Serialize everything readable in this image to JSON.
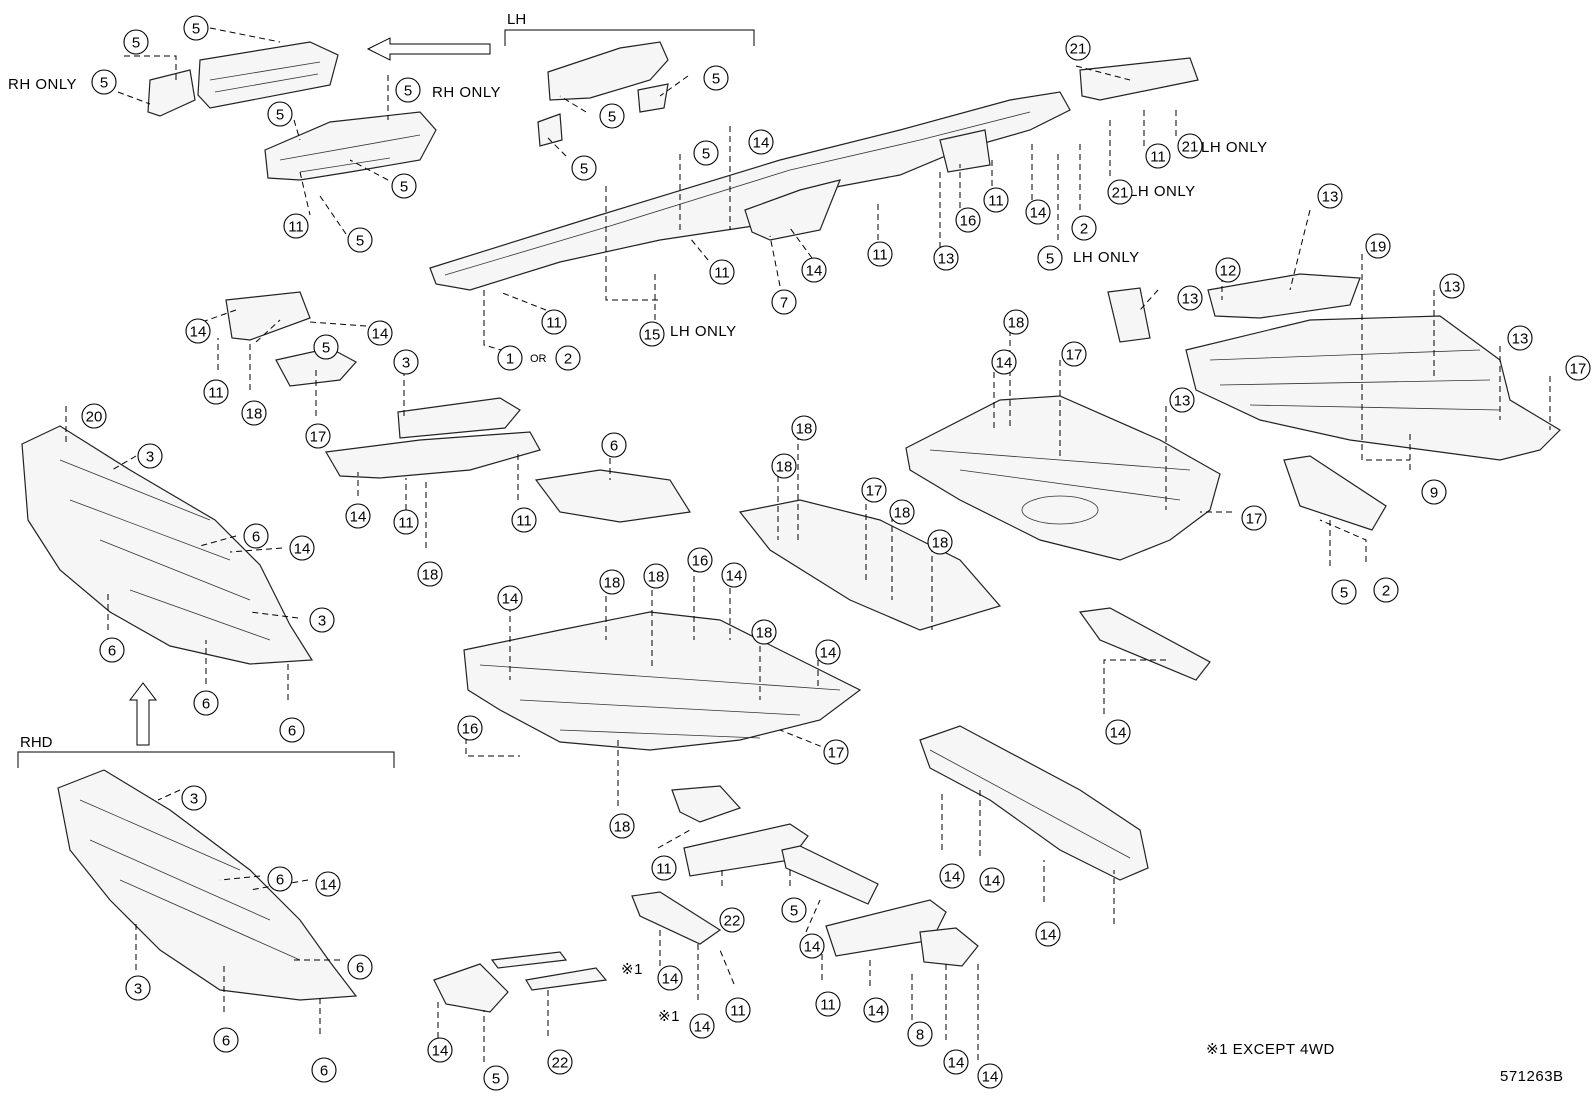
{
  "diagram": {
    "section_labels": {
      "lh": "LH",
      "rhd": "RHD"
    },
    "notes": {
      "rh_only_left": "RH ONLY",
      "rh_only_right": "RH ONLY",
      "lh_only_15": "LH ONLY",
      "lh_only_21a": "LH ONLY",
      "lh_only_21b": "LH ONLY",
      "lh_only_5": "LH ONLY",
      "or": "OR"
    },
    "mark_1": "※1",
    "mark_2": "※1",
    "footnote": "※1 EXCEPT 4WD",
    "code": "571263B",
    "callouts": [
      "5",
      "5",
      "5",
      "5",
      "5",
      "11",
      "5",
      "5",
      "5",
      "5",
      "5",
      "5",
      "14",
      "11",
      "11",
      "1",
      "2",
      "15",
      "21",
      "11",
      "21",
      "21",
      "11",
      "14",
      "2",
      "5",
      "16",
      "13",
      "11",
      "14",
      "7",
      "14",
      "5",
      "14",
      "11",
      "18",
      "17",
      "3",
      "14",
      "11",
      "18",
      "11",
      "6",
      "20",
      "3",
      "6",
      "14",
      "6",
      "3",
      "6",
      "6",
      "3",
      "6",
      "14",
      "6",
      "3",
      "6",
      "6",
      "13",
      "12",
      "19",
      "13",
      "13",
      "17",
      "9",
      "2",
      "5",
      "13",
      "18",
      "14",
      "17",
      "13",
      "17",
      "18",
      "18",
      "17",
      "18",
      "18",
      "14",
      "18",
      "18",
      "16",
      "14",
      "18",
      "14",
      "16",
      "18",
      "17",
      "14",
      "11",
      "22",
      "5",
      "14",
      "11",
      "14",
      "14",
      "11",
      "14",
      "22",
      "14",
      "5",
      "8",
      "14",
      "14",
      "14",
      "14",
      "14"
    ]
  }
}
